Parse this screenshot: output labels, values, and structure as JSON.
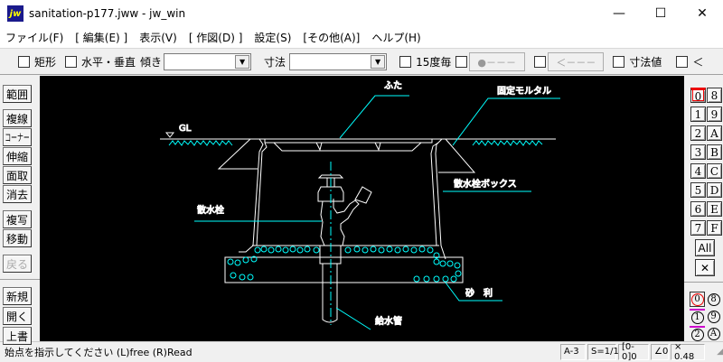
{
  "window": {
    "title": "sanitation-p177.jww - jw_win",
    "icon_text": "jw",
    "minimize": "—",
    "maximize": "☐",
    "close": "✕"
  },
  "menu": [
    "ファイル(F)",
    "[ 編集(E) ]",
    "表示(V)",
    "[ 作図(D) ]",
    "設定(S)",
    "[その他(A)]",
    "ヘルプ(H)"
  ],
  "toolbar": {
    "rect_label": "矩形",
    "hv_label": "水平・垂直",
    "tilt_label": "傾き",
    "tilt_value": "",
    "dim_label": "寸法",
    "dim_value": "",
    "deg15_label": "15度毎",
    "btn1": "●－－－",
    "btn2": "＜－－－",
    "dimval_label": "寸法値",
    "lt_label": "＜"
  },
  "left_buttons": [
    "範囲",
    "複線",
    "コーナー",
    "伸縮",
    "面取",
    "消去",
    "複写",
    "移動",
    "戻る",
    "新規",
    "開く",
    "上書"
  ],
  "layers": {
    "left": [
      "0",
      "1",
      "2",
      "3",
      "4",
      "5",
      "6",
      "7"
    ],
    "right": [
      "8",
      "9",
      "A",
      "B",
      "C",
      "D",
      "E",
      "F"
    ],
    "active": "0",
    "all": "All",
    "clear": "✕"
  },
  "groups": [
    "0",
    "1",
    "2",
    "8",
    "9",
    "A"
  ],
  "drawing": {
    "labels": {
      "lid": "ふた",
      "mortar": "固定モルタル",
      "gl": "GL",
      "box": "散水栓ボックス",
      "faucet": "散水栓",
      "gravel": "砂　利",
      "pipe": "給水管"
    },
    "colors": {
      "leader": "#00ffff",
      "line": "#ffffff",
      "background": "#000000"
    }
  },
  "status": {
    "message": "始点を指示してください (L)free (R)Read",
    "paper": "A-3",
    "scale": "S=1/1",
    "layer": "[0-0]0",
    "angle": "∠0",
    "factor": "× 0.48"
  }
}
